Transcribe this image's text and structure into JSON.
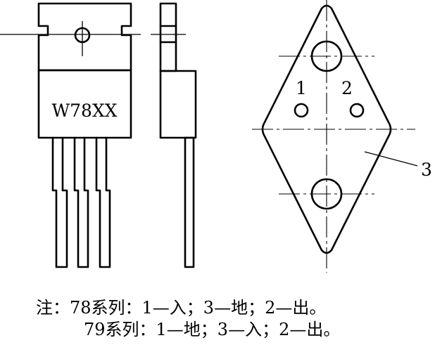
{
  "front_view": {
    "part_marking": "W78XX"
  },
  "diamond_view": {
    "pin_labels": [
      "1",
      "2",
      "3"
    ]
  },
  "notes": {
    "line1": "注：78系列：1—入；3—地；2—出。",
    "line2": "79系列：1—地；3—入；2—出。"
  },
  "colors": {
    "ink": "#000000",
    "background": "#ffffff"
  }
}
